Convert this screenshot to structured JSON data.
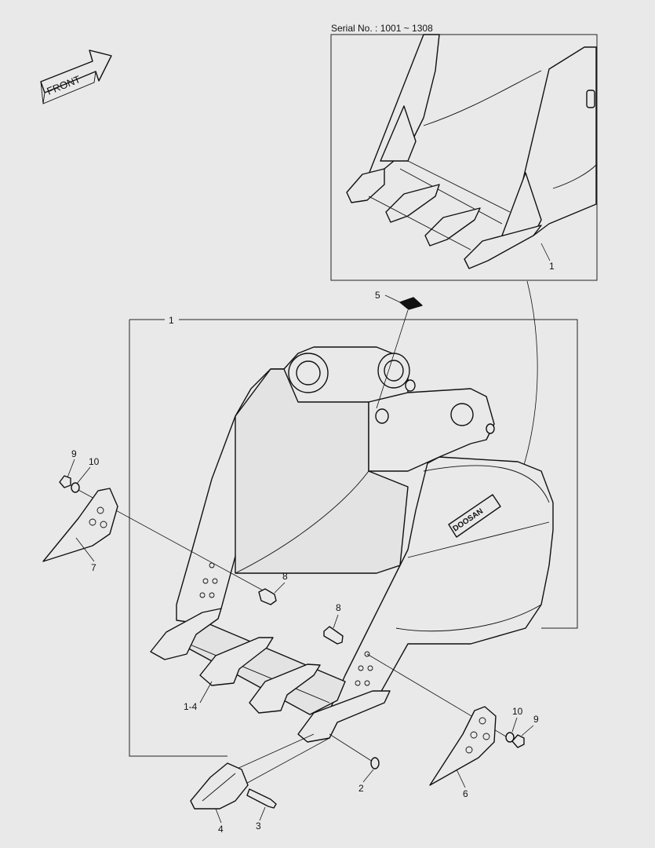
{
  "inset": {
    "serial_label": "Serial No. : 1001 ~ 1308",
    "callout": "1"
  },
  "front_arrow": {
    "label": "FRONT"
  },
  "brand_text": "DOOSAN",
  "callouts": {
    "c1": "1",
    "c5": "5",
    "c9a": "9",
    "c10a": "10",
    "c7": "7",
    "c8a": "8",
    "c8b": "8",
    "c1_4": "1-4",
    "c10b": "10",
    "c9b": "9",
    "c2": "2",
    "c6": "6",
    "c4": "4",
    "c3": "3"
  }
}
